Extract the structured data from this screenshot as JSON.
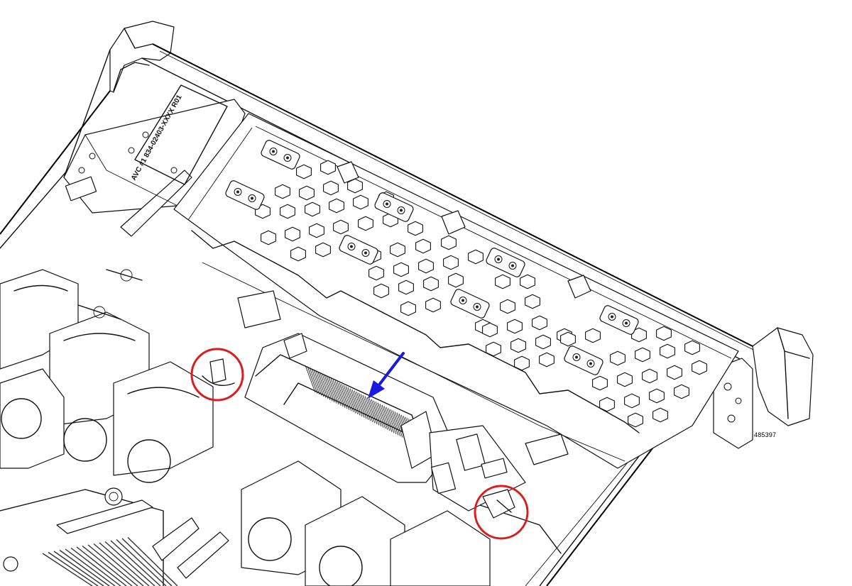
{
  "figure": {
    "figure_id": "485397",
    "embossed_label": "AVC #1 834-02403-XXXX R01",
    "arrow_color": "#1a1adc",
    "callout_color": "#d81e1e"
  },
  "callouts": [
    {
      "name": "left-riser-latch",
      "shape": "circle",
      "color": "#d81e1e"
    },
    {
      "name": "right-riser-latch",
      "shape": "circle",
      "color": "#d81e1e"
    }
  ],
  "arrows": [
    {
      "name": "insert-direction",
      "color": "#1a1adc",
      "meaning": "press module down into socket"
    }
  ]
}
